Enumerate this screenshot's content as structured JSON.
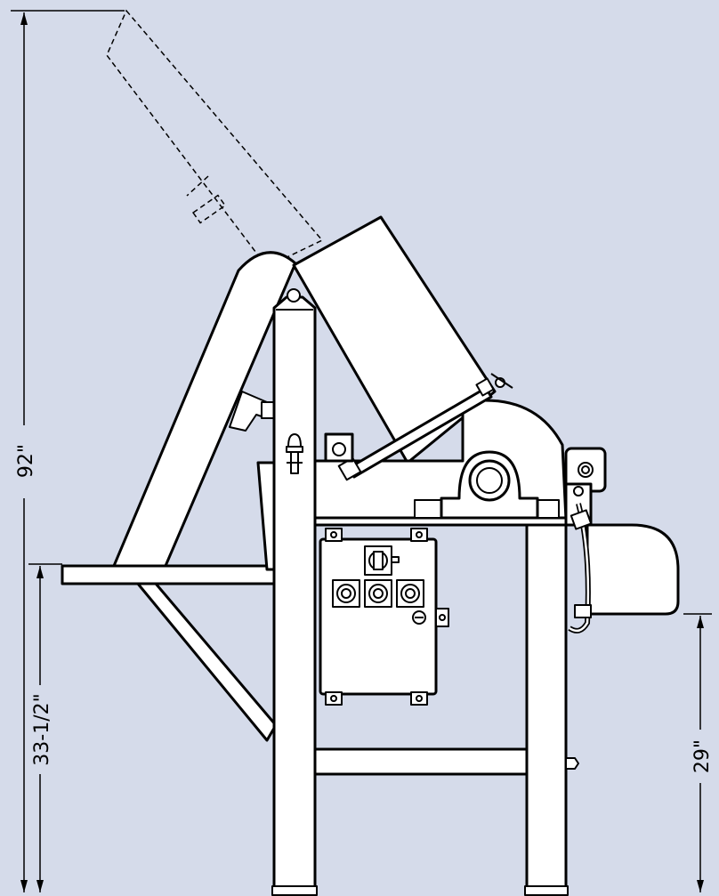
{
  "dimensions": {
    "overall_height": "92\"",
    "infeed_table_height": "33-1/2\"",
    "discharge_height": "29\""
  },
  "colors": {
    "background": "#d5dbea",
    "outline": "#000000",
    "fill": "#ffffff"
  },
  "icons": [
    "selector-switch-icon",
    "push-button-icon",
    "indicator-light-icon"
  ]
}
